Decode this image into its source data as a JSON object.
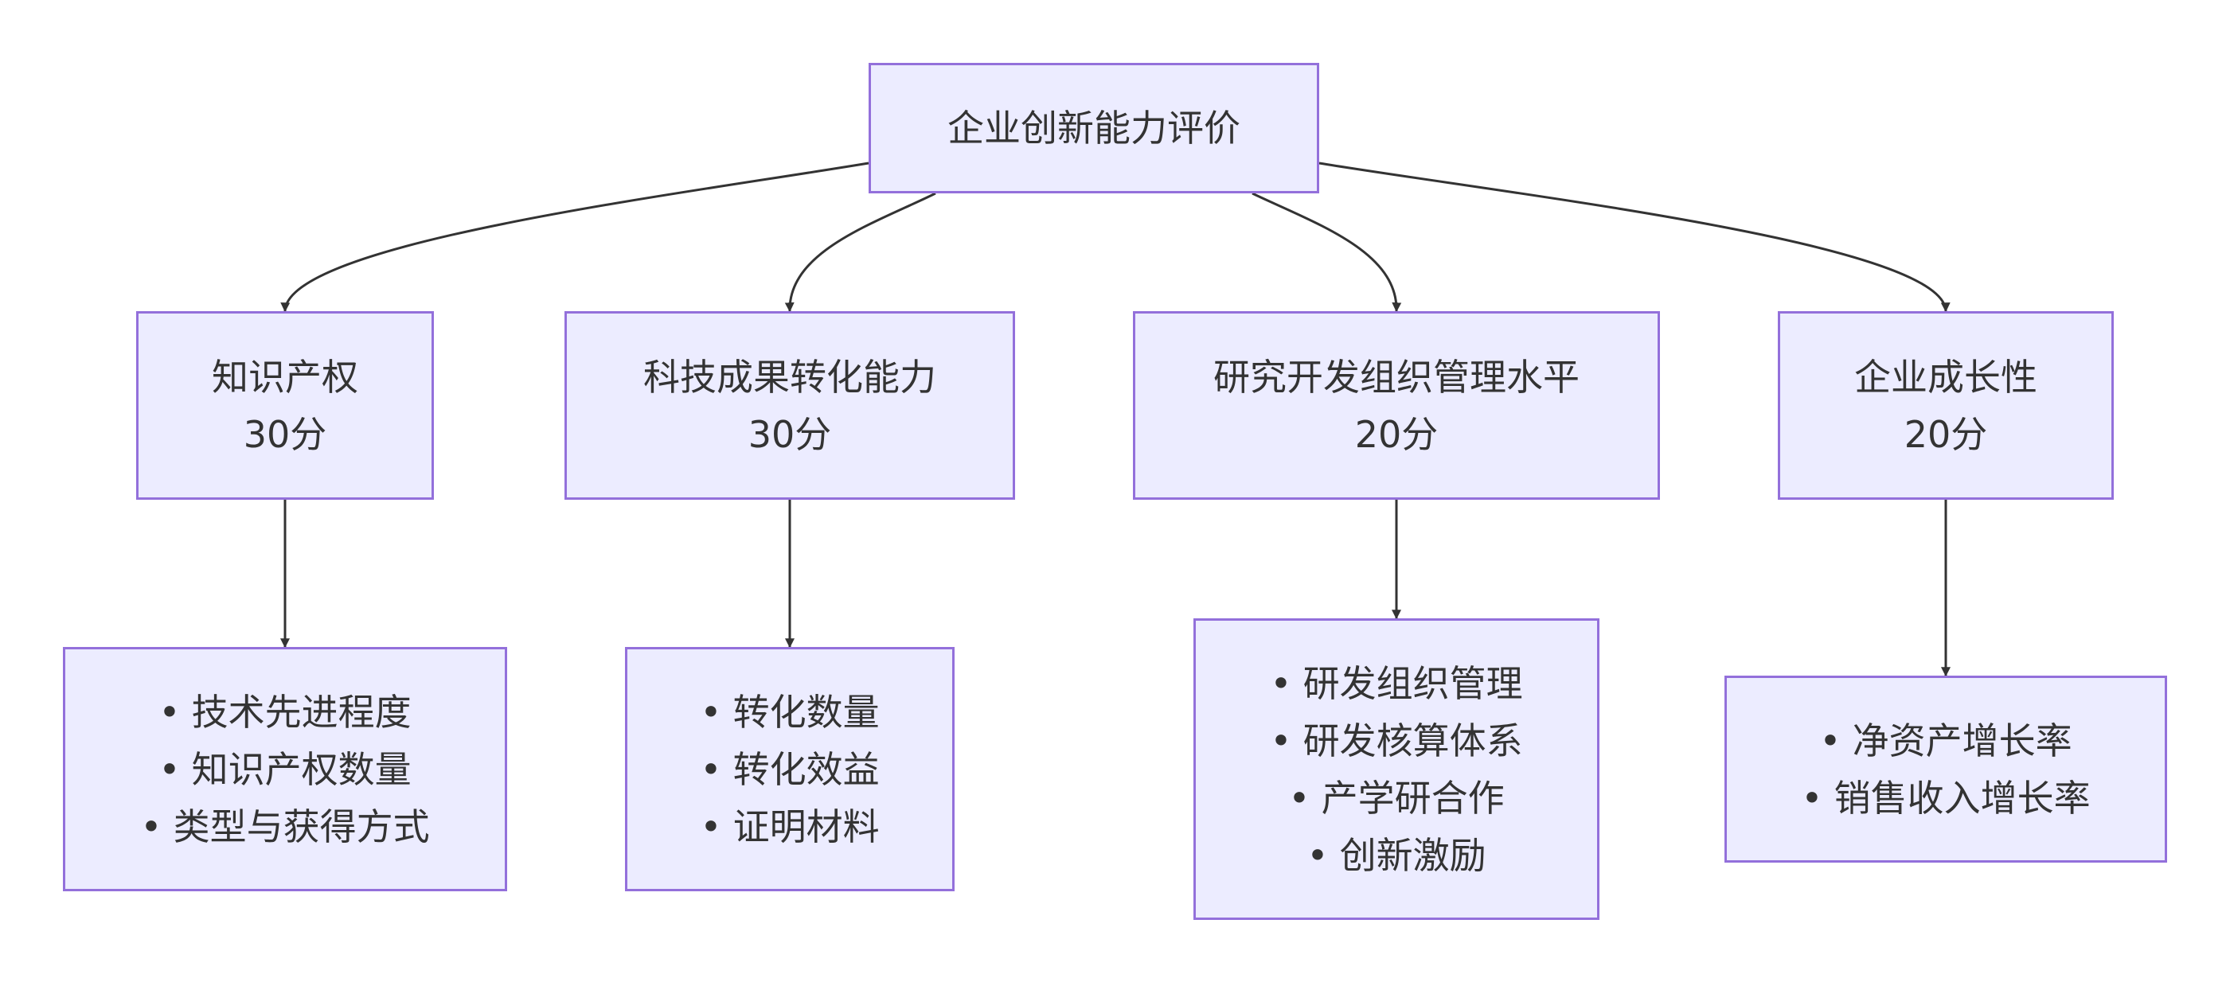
{
  "diagram": {
    "root": {
      "label": "企业创新能力评价"
    },
    "categories": [
      {
        "name": "知识产权",
        "score": "30分",
        "details": [
          "技术先进程度",
          "知识产权数量",
          "类型与获得方式"
        ]
      },
      {
        "name": "科技成果转化能力",
        "score": "30分",
        "details": [
          "转化数量",
          "转化效益",
          "证明材料"
        ]
      },
      {
        "name": "研究开发组织管理水平",
        "score": "20分",
        "details": [
          "研发组织管理",
          "研发核算体系",
          "产学研合作",
          "创新激励"
        ]
      },
      {
        "name": "企业成长性",
        "score": "20分",
        "details": [
          "净资产增长率",
          "销售收入增长率"
        ]
      }
    ],
    "colors": {
      "node_fill": "#ececff",
      "node_border": "#9370db",
      "edge": "#333333",
      "text": "#333333"
    }
  }
}
